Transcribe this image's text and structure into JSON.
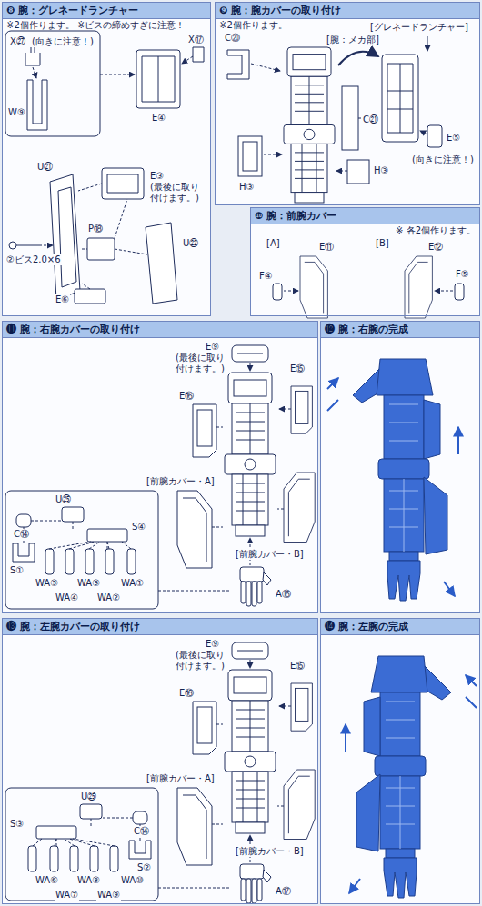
{
  "diagram": {
    "nodes": [
      {
        "text": [
          "❽ 腕：グレネードランチャー",
          "※2個作ります。 ※ビスの締めすぎに注意！"
        ]
      },
      {
        "text": [
          "❾ 腕：腕カバーの取り付け",
          "※2個作ります。"
        ]
      },
      {
        "text": [
          "❿ 腕：前腕カバー",
          "※ 各2個作ります。"
        ]
      },
      {
        "text": [
          "⓫ 腕：右腕カバーの取り付け"
        ]
      },
      {
        "text": [
          "⓬ 腕：右腕の完成"
        ]
      },
      {
        "text": [
          "⓭ 腕：左腕カバーの取り付け"
        ]
      },
      {
        "text": [
          "⓮ 腕：左腕の完成"
        ]
      }
    ],
    "labels": [
      "X㉗",
      "(向きに注意！)",
      "W⑨",
      "X⑰",
      "E④",
      "E③",
      "(最後に取り付けます。)",
      "U㉑",
      "P⑱",
      "U㉒",
      "②ビス2.0×6",
      "E⑥",
      "C⑳",
      "[腕：メカ部]",
      "[グレネードランチャー]",
      "H③",
      "C㉑",
      "H③",
      "E⑤",
      "(向きに注意！)",
      "[A]",
      "E⑪",
      "F④",
      "[B]",
      "E⑫",
      "F⑤",
      "E⑨",
      "(最後に取り付けます。)",
      "E⑮",
      "E⑯",
      "[前腕カバー・A]",
      "[前腕カバー・B]",
      "A⑯",
      "U㉕",
      "C⑭",
      "S④",
      "S①",
      "WA⑤",
      "WA④",
      "WA③",
      "WA②",
      "WA①",
      "E⑨",
      "(最後に取り付けます。)",
      "E⑯",
      "E⑮",
      "[前腕カバー・B]",
      "[前腕カバー・A]",
      "A⑰",
      "U㉕",
      "C⑭",
      "S③",
      "S②",
      "WA⑥",
      "WA⑦",
      "WA⑧",
      "WA⑨",
      "WA⑩"
    ]
  }
}
